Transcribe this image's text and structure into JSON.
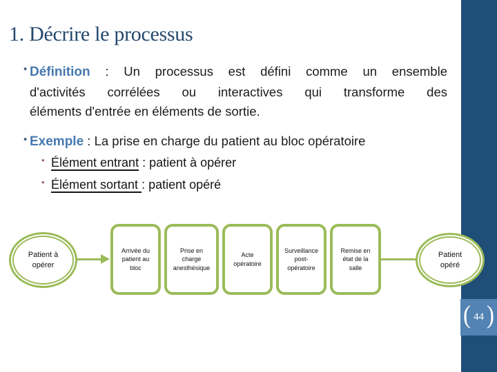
{
  "slide": {
    "title": "1. Décrire le processus",
    "bullet_glyph": "•",
    "definition": {
      "keyword": "Définition",
      "line1_rest": " : Un processus est défini comme un ensemble",
      "line2": "d'activités corrélées ou interactives qui transforme des",
      "line3": "éléments d'entrée en éléments de sortie."
    },
    "exemple": {
      "keyword": "Exemple",
      "rest": " : La prise en charge du patient au bloc opératoire"
    },
    "sub_bullets": [
      {
        "underlined": "Élément entrant",
        "rest": " : patient à opérer"
      },
      {
        "underlined": "Élément sortant ",
        "rest": ": patient opéré"
      }
    ],
    "diagram": {
      "input_node": "Patient à opérer",
      "steps": [
        "Arrivée du patient au bloc",
        "Prise en charge anesthésique",
        "Acte opératoire",
        "Surveillance post-opératoire",
        "Remise en état de la salle"
      ],
      "output_node": "Patient opéré"
    },
    "page": {
      "open_bracket": "(",
      "number": "44",
      "close_bracket": ")"
    },
    "colors": {
      "accent_green": "#9bbb59",
      "sidebar_blue": "#1f4e79",
      "badge_blue": "#5383b3",
      "keyword_blue": "#4678b0",
      "title_blue": "#25486e",
      "sub_bullet_red": "#9d6060"
    }
  }
}
